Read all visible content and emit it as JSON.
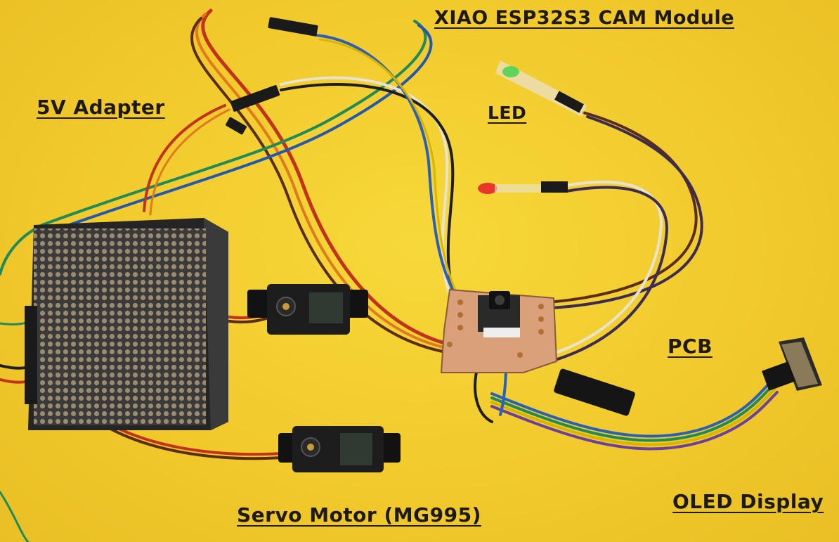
{
  "labels": {
    "cam_module": "XIAO ESP32S3 CAM Module",
    "adapter": "5V Adapter",
    "led": "LED",
    "pcb": "PCB",
    "servo": "Servo Motor (MG995)",
    "oled": "OLED Display"
  },
  "colors": {
    "background": "#f3cf2f",
    "label_text": "#1e1a10",
    "adapter_metal": "#2b2b2b",
    "servo_body": "#1a1a1a",
    "pcb_copper": "#d9a07a",
    "led_green": "#5fd35a",
    "led_red": "#e8362a"
  }
}
